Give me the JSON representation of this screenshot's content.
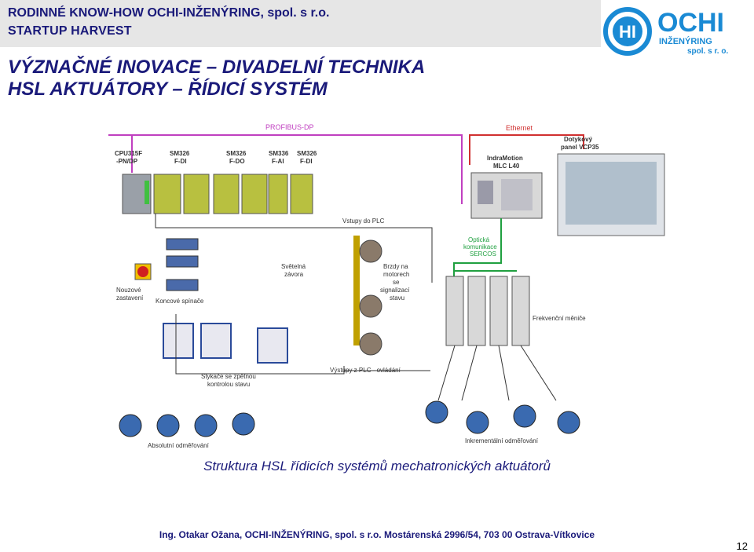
{
  "header": {
    "company": "RODINNÉ KNOW-HOW OCHI-INŽENÝRING, spol. s r.o.",
    "program": "STARTUP HARVEST"
  },
  "logo": {
    "mark": "HI",
    "name": "OCHI",
    "sub1": "INŽENÝRING",
    "sub2": "spol. s r. o."
  },
  "title": {
    "line1": "VÝZNAČNÉ INOVACE – DIVADELNÍ TECHNIKA",
    "line2": "HSL AKTUÁTORY – ŘÍDICÍ SYSTÉM"
  },
  "diagram": {
    "profibus": "PROFIBUS-DP",
    "ethernet": "Ethernet",
    "cpu1": "CPU315F",
    "cpu2": "-PN/DP",
    "mod1a": "SM326",
    "mod1b": "F-DI",
    "mod2a": "SM326",
    "mod2b": "F-DO",
    "mod3a": "SM336",
    "mod3b": "F-AI",
    "mod4a": "SM326",
    "mod4b": "F-DI",
    "indra1": "IndraMotion",
    "indra2": "MLC L40",
    "panel1": "Dotykový",
    "panel2": "panel VCP35",
    "vstupy": "Vstupy do PLC",
    "opt1": "Optická",
    "opt2": "komunikace",
    "opt3": "SERCOS",
    "svet1": "Světelná",
    "svet2": "závora",
    "brzdy": [
      "Brzdy na",
      "motorech",
      "se",
      "signalizací",
      "stavu"
    ],
    "nouz1": "Nouzové",
    "nouz2": "zastavení",
    "koncove": "Koncové spínače",
    "menice": "Frekvenční měniče",
    "vystupy": "Výstupy z PLC - ovládání",
    "stykace1": "Stykače se zpětnou",
    "stykace2": "kontrolou stavu",
    "abs": "Absolutní odměřování",
    "inc": "Inkrementální odměřování"
  },
  "caption": "Struktura HSL řídicích systémů mechatronických aktuátorů",
  "footer": "Ing. Otakar Ožana, OCHI-INŽENÝRING, spol. s r.o. Mostárenská 2996/54, 703 00 Ostrava-Vítkovice",
  "page_number": "12",
  "colors": {
    "text_blue": "#1a1a7a",
    "profibus": "#c040c0",
    "ethernet": "#d03030",
    "optical": "#20a040",
    "logo": "#1a8ad4"
  }
}
